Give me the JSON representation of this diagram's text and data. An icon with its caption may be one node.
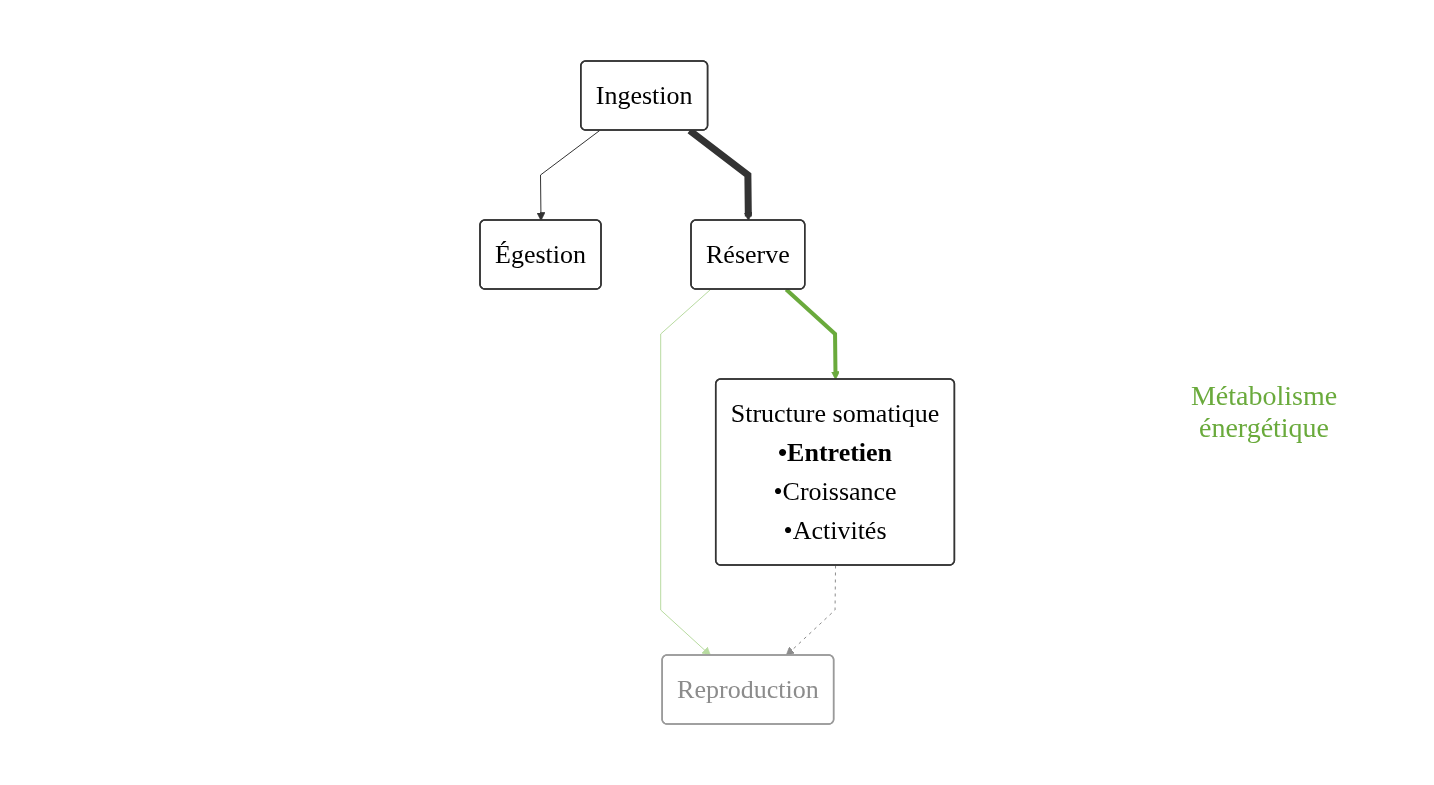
{
  "diagram": {
    "nodes": [
      {
        "text": [
          "Ingestion"
        ]
      },
      {
        "text": [
          "Égestion"
        ]
      },
      {
        "text": [
          "Réserve"
        ]
      },
      {
        "text": [
          "Structure somatique",
          "•Entretien",
          "•Croissance",
          "•Activités"
        ]
      },
      {
        "text": [
          "Reproduction"
        ]
      }
    ],
    "edges": [
      {
        "from": 0,
        "to": 1,
        "arrow": "to"
      },
      {
        "from": 0,
        "to": 2,
        "arrow": "to",
        "style": "thick"
      },
      {
        "from": 2,
        "to": 3,
        "arrow": "to",
        "style": "thick",
        "color": "#6aaa3c"
      },
      {
        "from": 2,
        "to": 4,
        "arrow": "to",
        "color": "#b8dba0"
      },
      {
        "from": 3,
        "to": 4,
        "arrow": "to",
        "style": "dashed",
        "color": "#8c8c8c"
      }
    ],
    "labels": [
      "Métabolisme énergétique"
    ]
  }
}
